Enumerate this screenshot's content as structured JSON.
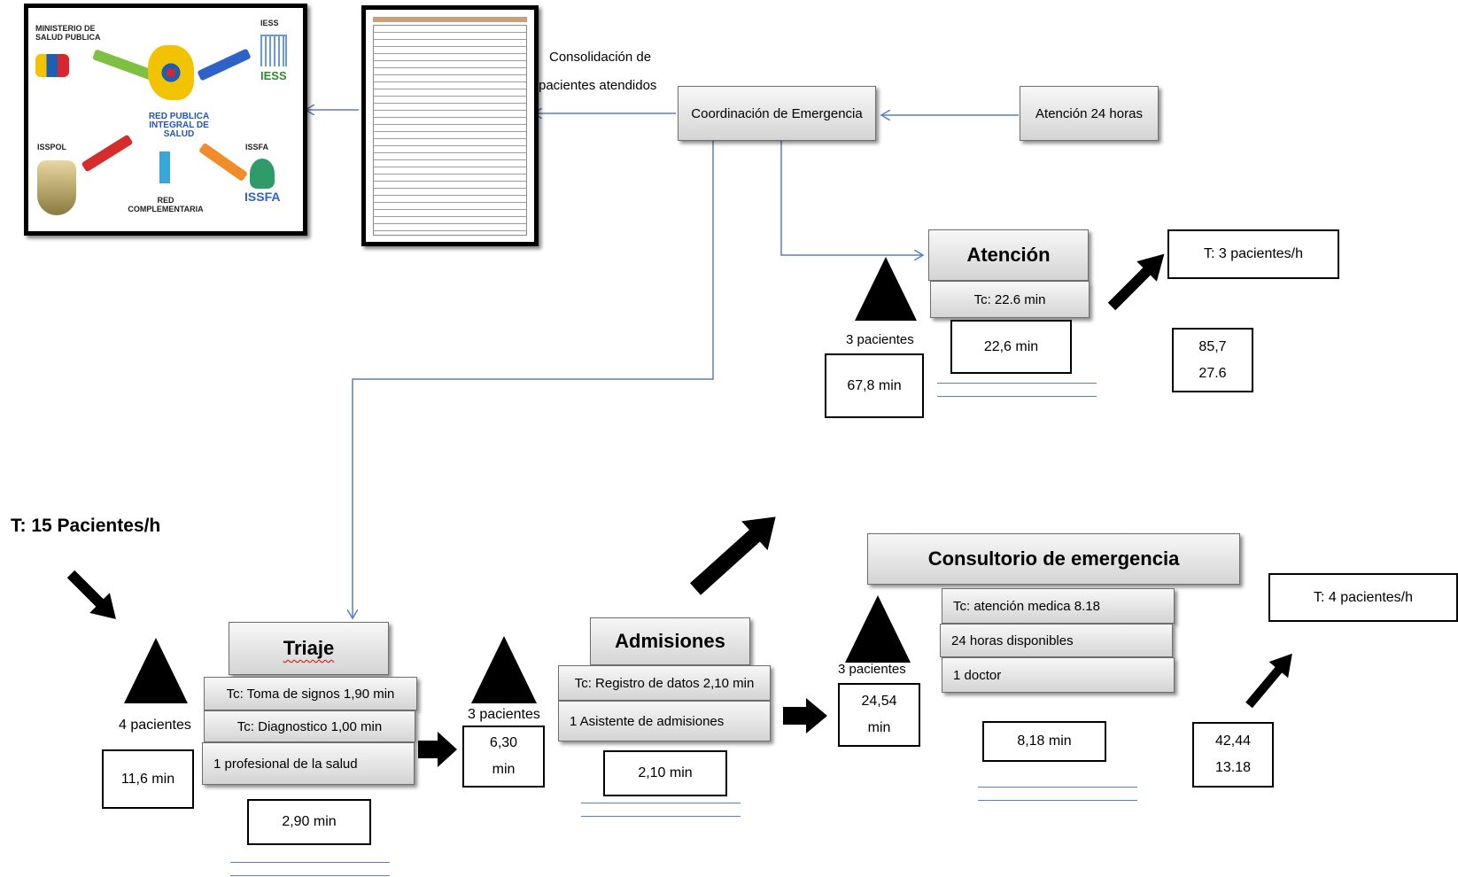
{
  "images": {
    "network": {
      "msp_label": "MINISTERIO DE SALUD PUBLICA",
      "iess_top": "IESS",
      "iess_logo": "IESS",
      "red_publica": "RED PUBLICA INTEGRAL DE SALUD",
      "isspol": "ISSPOL",
      "issfa": "ISSFA",
      "issfa_logo": "ISSFA",
      "red_complementaria": "RED COMPLEMENTARIA"
    },
    "form": {}
  },
  "consolidacion": {
    "line1": "Consolidación de",
    "line2": "pacientes atendidos"
  },
  "coordinacion": "Coordinación de Emergencia",
  "atencion24": "Atención 24 horas",
  "atencion": {
    "title": "Atención",
    "tc": "Tc: 22.6 min",
    "time": "22,6 min",
    "queue_label": "3 pacientes",
    "queue_time": "67,8 min",
    "throughput": "T: 3 pacientes/h",
    "stats": [
      "85,7",
      "27.6"
    ]
  },
  "input_throughput": "T: 15 Pacientes/h",
  "triaje": {
    "title": "Triaje",
    "rows": [
      "Tc: Toma de signos 1,90 min",
      "Tc: Diagnostico 1,00 min",
      "1 profesional de la salud"
    ],
    "time": "2,90 min",
    "queue_label": "4 pacientes",
    "queue_time": "11,6 min"
  },
  "queue2": {
    "label": "3 pacientes",
    "time_line1": "6,30",
    "time_line2": "min"
  },
  "admisiones": {
    "title": "Admisiones",
    "rows": [
      "Tc: Registro de datos 2,10 min",
      "1 Asistente de admisiones"
    ],
    "time": "2,10 min"
  },
  "queue3": {
    "label": "3 pacientes",
    "time_line1": "24,54",
    "time_line2": "min"
  },
  "consultorio": {
    "title": "Consultorio de emergencia",
    "rows": [
      "Tc: atención medica 8.18",
      "24 horas disponibles",
      "1 doctor"
    ],
    "time": "8,18 min",
    "throughput": "T: 4 pacientes/h",
    "stats": [
      "42,44",
      "13.18"
    ]
  }
}
